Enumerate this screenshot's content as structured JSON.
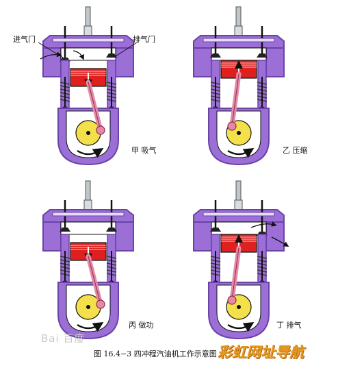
{
  "callouts": {
    "intake_valve": "进气门",
    "exhaust_valve": "排气门"
  },
  "strokes": [
    {
      "label": "甲  吸气"
    },
    {
      "label": "乙  压缩"
    },
    {
      "label": "丙    做功"
    },
    {
      "label": "丁  排气"
    }
  ],
  "caption": "图 16.4−3   四冲程汽油机工作示意图",
  "watermark": "Bai 百度",
  "site_logo": "彩虹网址导航",
  "colors": {
    "cylinder": "#9b6fd6",
    "cylinder_dark": "#6a42a8",
    "piston": "#e01f1f",
    "rod": "#e58aa6",
    "crank_disc": "#f3e04a",
    "spark_plug": "#bfc7cc",
    "spring": "#3a3a3a",
    "background": "#ffffff",
    "logo": "#e79a20"
  }
}
